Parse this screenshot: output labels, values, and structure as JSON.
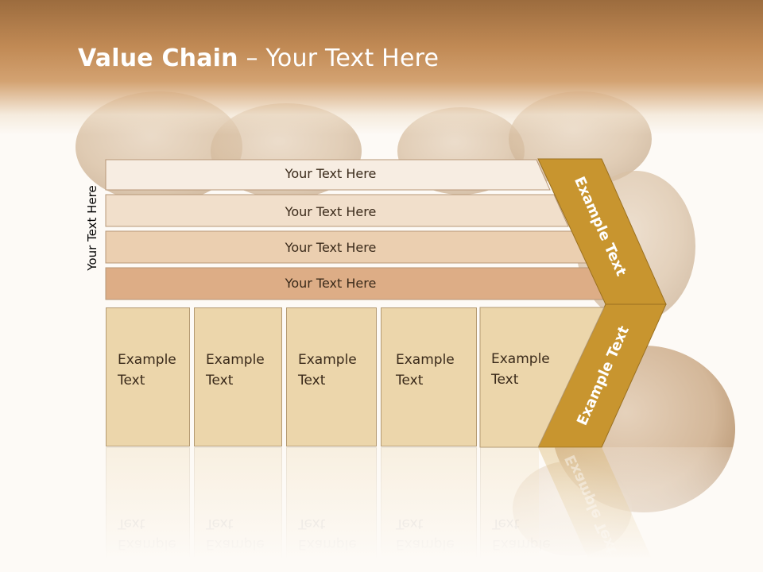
{
  "slide": {
    "title_bold": "Value Chain",
    "title_rest": " – Your Text Here",
    "vertical_label": "Your Text Here"
  },
  "bands": [
    {
      "label": "Your Text Here",
      "color": "#f7ede2"
    },
    {
      "label": "Your Text Here",
      "color": "#f1dfcb"
    },
    {
      "label": "Your Text Here",
      "color": "#ebcfb0"
    },
    {
      "label": "Your Text Here",
      "color": "#ddad86"
    }
  ],
  "boxes": [
    {
      "line1": "Example",
      "line2": "Text"
    },
    {
      "line1": "Example",
      "line2": "Text"
    },
    {
      "line1": "Example",
      "line2": "Text"
    },
    {
      "line1": "Example",
      "line2": "Text"
    },
    {
      "line1": "Example",
      "line2": "Text"
    }
  ],
  "arrow": {
    "top_label": "Example Text",
    "bottom_label": "Example Text",
    "color": "#c8952f"
  },
  "colors": {
    "header": "#c18a55",
    "box": "#ecd6ab"
  }
}
